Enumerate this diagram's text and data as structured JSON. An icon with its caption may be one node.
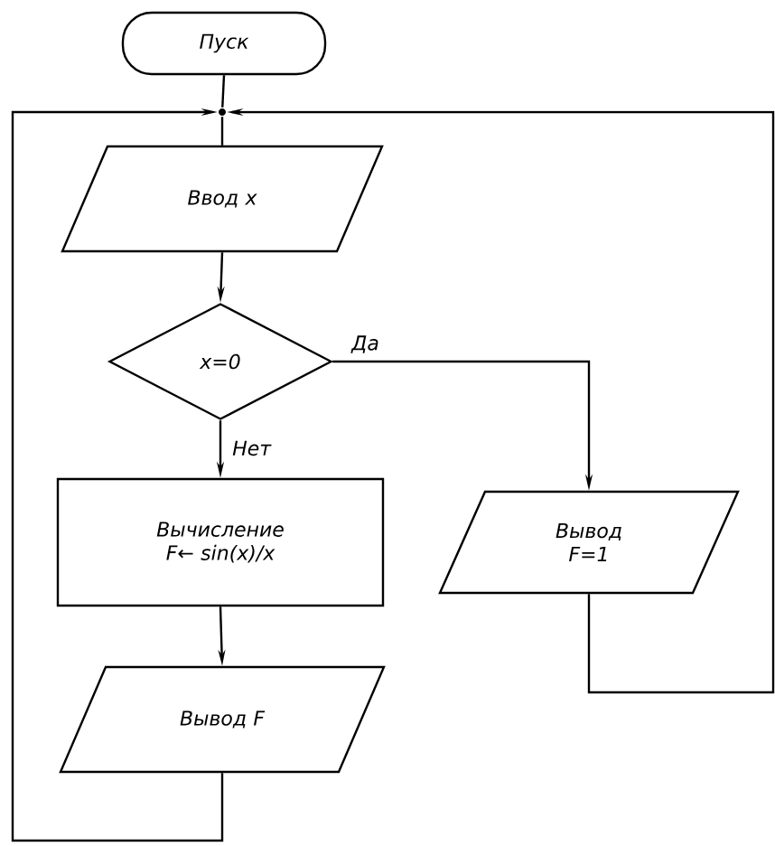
{
  "diagram": {
    "nodes": [
      {
        "text": [
          "Пуск"
        ]
      },
      {
        "text": [],
        "shape": "circle"
      },
      {
        "text": [
          "Ввод x"
        ]
      },
      {
        "text": [
          "x=0"
        ]
      },
      {
        "text": [
          "Вычисление F← sin(x)/x"
        ]
      },
      {
        "text": [
          "Вывод F=1"
        ]
      },
      {
        "text": [
          "Вывод F"
        ]
      }
    ],
    "edges": [
      {
        "from": 0,
        "to": 1,
        "arrow": "none"
      },
      {
        "from": 1,
        "to": 2,
        "arrow": "none"
      },
      {
        "from": 2,
        "to": 3,
        "arrow": "to"
      },
      {
        "from": 3,
        "to": 5,
        "arrow": "to",
        "label": "Да"
      },
      {
        "from": 3,
        "to": 4,
        "arrow": "to",
        "label": "Нет"
      },
      {
        "from": 4,
        "to": 6,
        "arrow": "to"
      },
      {
        "from": 6,
        "to": 1,
        "arrow": "to"
      },
      {
        "from": 5,
        "to": 1,
        "arrow": "to"
      }
    ]
  }
}
